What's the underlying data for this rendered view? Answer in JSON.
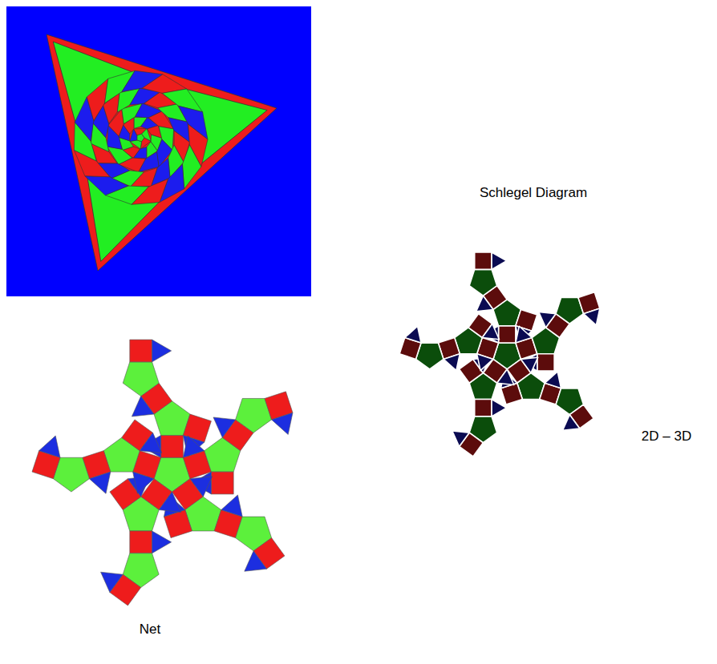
{
  "diagram": {
    "labels": [
      "Schlegel Diagram",
      "2D – 3D",
      "Net"
    ]
  }
}
